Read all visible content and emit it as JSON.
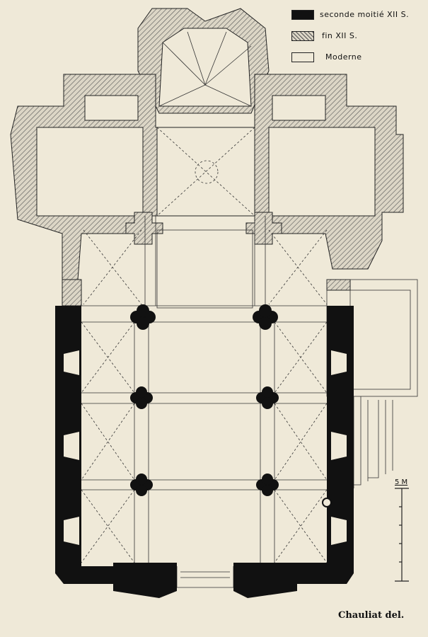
{
  "legend": [
    {
      "label": "seconde moitié XII S.",
      "swatch": "solid-black"
    },
    {
      "label": "fin XII S.",
      "swatch": "hatched"
    },
    {
      "label": "Moderne",
      "swatch": "blank"
    }
  ],
  "scale": {
    "label": "5 M"
  },
  "credit": "Chauliat del.",
  "colors": {
    "paper": "#efe9d8",
    "ink": "#111111"
  }
}
